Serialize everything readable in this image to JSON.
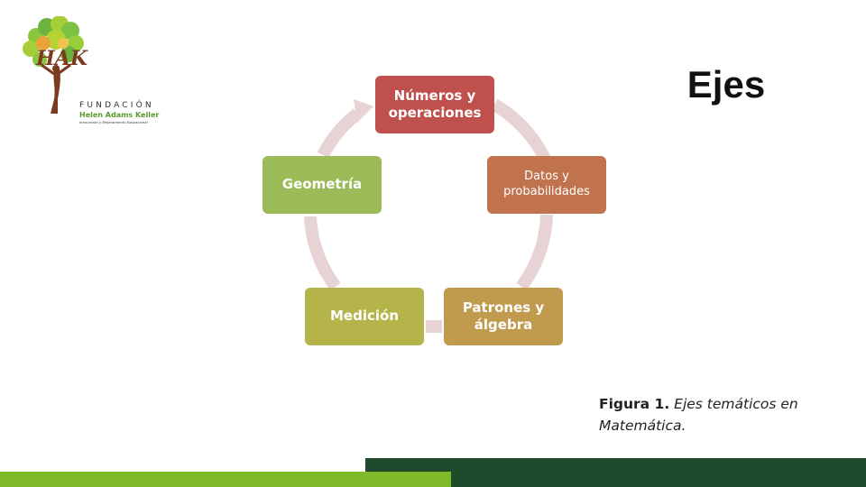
{
  "slide": {
    "title": "Ejes",
    "logo": {
      "initials": "HAK",
      "fundacion": "FUNDACIÓN",
      "name": "Helen Adams Keller",
      "tagline": "Innovación y Mejoramiento Educacional"
    },
    "diagram": {
      "nodes": [
        {
          "id": "numeros",
          "label": "Números y operaciones",
          "color": "#c0504d"
        },
        {
          "id": "datos",
          "label": "Datos y probabilidades",
          "color": "#c0734d"
        },
        {
          "id": "patrones",
          "label": "Patrones y álgebra",
          "color": "#c09a4d"
        },
        {
          "id": "medicion",
          "label": "Medición",
          "color": "#b4b44b"
        },
        {
          "id": "geometria",
          "label": "Geometría",
          "color": "#9bbb59"
        }
      ],
      "arrow_color": "#e7d3d3"
    },
    "caption": {
      "label": "Figura 1.",
      "text": "Ejes temáticos en Matemática."
    },
    "footer": {
      "dark_color": "#1f4a2c",
      "light_color": "#7fba2a"
    }
  }
}
